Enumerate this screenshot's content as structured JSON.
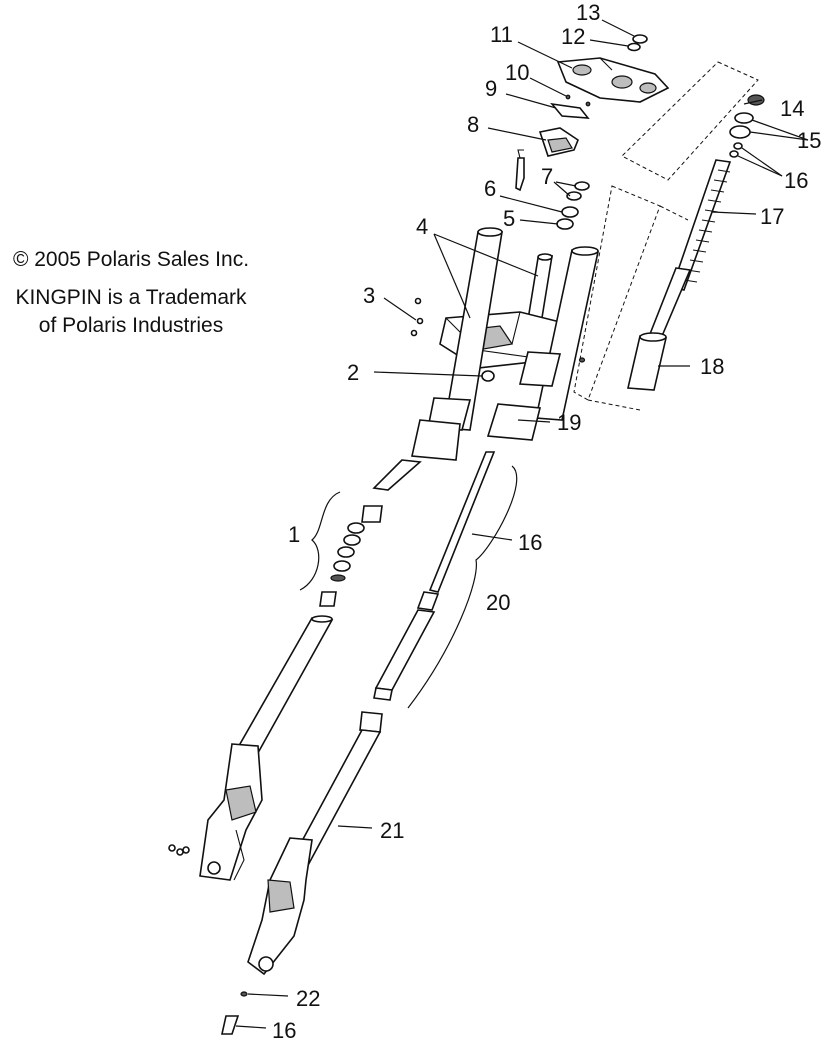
{
  "notice": {
    "copyright": "© 2005 Polaris Sales Inc.",
    "trademark_line1": "KINGPIN is a Trademark",
    "trademark_line2": "of Polaris Industries"
  },
  "callouts": [
    {
      "id": "c1",
      "text": "1"
    },
    {
      "id": "c2",
      "text": "2"
    },
    {
      "id": "c3",
      "text": "3"
    },
    {
      "id": "c4",
      "text": "4"
    },
    {
      "id": "c5",
      "text": "5"
    },
    {
      "id": "c6",
      "text": "6"
    },
    {
      "id": "c7",
      "text": "7"
    },
    {
      "id": "c8",
      "text": "8"
    },
    {
      "id": "c9",
      "text": "9"
    },
    {
      "id": "c10",
      "text": "10"
    },
    {
      "id": "c11",
      "text": "11"
    },
    {
      "id": "c12",
      "text": "12"
    },
    {
      "id": "c13",
      "text": "13"
    },
    {
      "id": "c14",
      "text": "14"
    },
    {
      "id": "c15",
      "text": "15"
    },
    {
      "id": "c16a",
      "text": "16"
    },
    {
      "id": "c16b",
      "text": "16"
    },
    {
      "id": "c16c",
      "text": "16"
    },
    {
      "id": "c17",
      "text": "17"
    },
    {
      "id": "c18",
      "text": "18"
    },
    {
      "id": "c19",
      "text": "19"
    },
    {
      "id": "c20",
      "text": "20"
    },
    {
      "id": "c21",
      "text": "21"
    },
    {
      "id": "c22",
      "text": "22"
    }
  ]
}
